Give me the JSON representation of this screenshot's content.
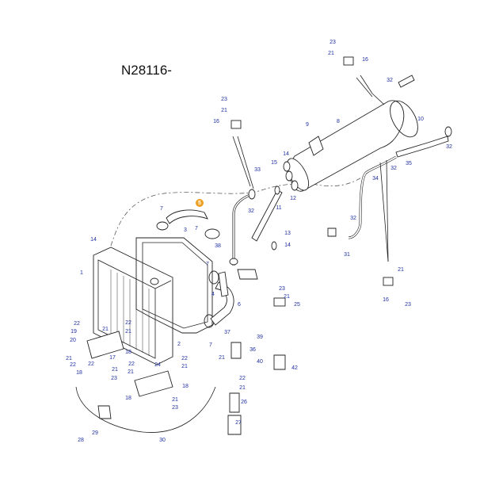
{
  "diagram": {
    "drawing_code": "N28116-",
    "highlight_color": "#f0a020",
    "label_color": "#1f2fa0",
    "callouts": [
      {
        "id": "c-23a",
        "text": "23"
      },
      {
        "id": "c-21a",
        "text": "21"
      },
      {
        "id": "c-16a",
        "text": "16"
      },
      {
        "id": "c-32a",
        "text": "32"
      },
      {
        "id": "c-23b",
        "text": "23"
      },
      {
        "id": "c-21b",
        "text": "21"
      },
      {
        "id": "c-16b",
        "text": "16"
      },
      {
        "id": "c-9",
        "text": "9"
      },
      {
        "id": "c-8",
        "text": "8"
      },
      {
        "id": "c-10",
        "text": "10"
      },
      {
        "id": "c-32b",
        "text": "32"
      },
      {
        "id": "c-14a",
        "text": "14"
      },
      {
        "id": "c-15",
        "text": "15"
      },
      {
        "id": "c-33",
        "text": "33"
      },
      {
        "id": "c-32c",
        "text": "32"
      },
      {
        "id": "c-35",
        "text": "35"
      },
      {
        "id": "c-34",
        "text": "34"
      },
      {
        "id": "c-12",
        "text": "12"
      },
      {
        "id": "c-11",
        "text": "11"
      },
      {
        "id": "c-5",
        "text": "5"
      },
      {
        "id": "c-7a",
        "text": "7"
      },
      {
        "id": "c-7b",
        "text": "7"
      },
      {
        "id": "c-32d",
        "text": "32"
      },
      {
        "id": "c-32e",
        "text": "32"
      },
      {
        "id": "c-13",
        "text": "13"
      },
      {
        "id": "c-14b",
        "text": "14"
      },
      {
        "id": "c-14c",
        "text": "14"
      },
      {
        "id": "c-3",
        "text": "3"
      },
      {
        "id": "c-38",
        "text": "38"
      },
      {
        "id": "c-31",
        "text": "31"
      },
      {
        "id": "c-1",
        "text": "1"
      },
      {
        "id": "c-7c",
        "text": "7"
      },
      {
        "id": "c-23c",
        "text": "23"
      },
      {
        "id": "c-21c",
        "text": "21"
      },
      {
        "id": "c-25",
        "text": "25"
      },
      {
        "id": "c-21d",
        "text": "21"
      },
      {
        "id": "c-16c",
        "text": "16"
      },
      {
        "id": "c-23d",
        "text": "23"
      },
      {
        "id": "c-4",
        "text": "4"
      },
      {
        "id": "c-6",
        "text": "6"
      },
      {
        "id": "c-22a",
        "text": "22"
      },
      {
        "id": "c-22b",
        "text": "22"
      },
      {
        "id": "c-19",
        "text": "19"
      },
      {
        "id": "c-21e",
        "text": "21"
      },
      {
        "id": "c-21f",
        "text": "21"
      },
      {
        "id": "c-20",
        "text": "20"
      },
      {
        "id": "c-7d",
        "text": "7"
      },
      {
        "id": "c-2",
        "text": "2"
      },
      {
        "id": "c-37",
        "text": "37"
      },
      {
        "id": "c-39",
        "text": "39"
      },
      {
        "id": "c-36",
        "text": "36"
      },
      {
        "id": "c-18a",
        "text": "18"
      },
      {
        "id": "c-21g",
        "text": "21"
      },
      {
        "id": "c-40",
        "text": "40"
      },
      {
        "id": "c-21h",
        "text": "21"
      },
      {
        "id": "c-22c",
        "text": "22"
      },
      {
        "id": "c-17",
        "text": "17"
      },
      {
        "id": "c-24",
        "text": "24"
      },
      {
        "id": "c-22d",
        "text": "22"
      },
      {
        "id": "c-21i",
        "text": "21"
      },
      {
        "id": "c-42",
        "text": "42"
      },
      {
        "id": "c-22e",
        "text": "22"
      },
      {
        "id": "c-21j",
        "text": "21"
      },
      {
        "id": "c-22f",
        "text": "22"
      },
      {
        "id": "c-21k",
        "text": "21"
      },
      {
        "id": "c-18b",
        "text": "18"
      },
      {
        "id": "c-23e",
        "text": "23"
      },
      {
        "id": "c-18c",
        "text": "18"
      },
      {
        "id": "c-22g",
        "text": "22"
      },
      {
        "id": "c-21l",
        "text": "21"
      },
      {
        "id": "c-18d",
        "text": "18"
      },
      {
        "id": "c-21m",
        "text": "21"
      },
      {
        "id": "c-23f",
        "text": "23"
      },
      {
        "id": "c-26",
        "text": "26"
      },
      {
        "id": "c-27",
        "text": "27"
      },
      {
        "id": "c-29",
        "text": "29"
      },
      {
        "id": "c-28",
        "text": "28"
      },
      {
        "id": "c-30",
        "text": "30"
      }
    ]
  }
}
